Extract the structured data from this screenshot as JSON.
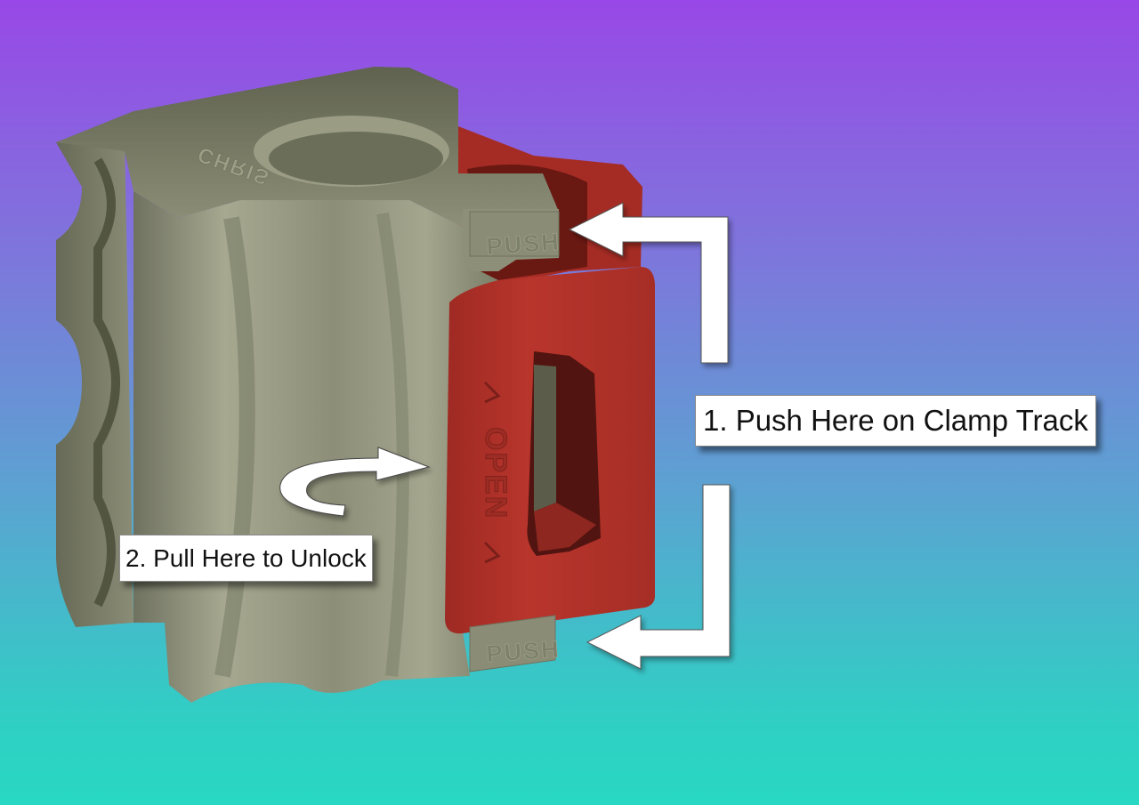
{
  "labels": {
    "step1": "1. Push Here on Clamp Track",
    "step2": "2. Pull Here  to Unlock"
  },
  "embossed": {
    "push_top": "PUSH",
    "push_bottom": "PUSH",
    "open": "OPEN",
    "body_mark": "CHRIS"
  },
  "colors": {
    "body": "#8f9178",
    "body_dark": "#5e614c",
    "latch": "#b2332b",
    "latch_dark": "#6e1a14",
    "arrow": "#ffffff"
  },
  "icons": [
    "push-arrow-icon",
    "curved-pull-arrow-icon"
  ]
}
